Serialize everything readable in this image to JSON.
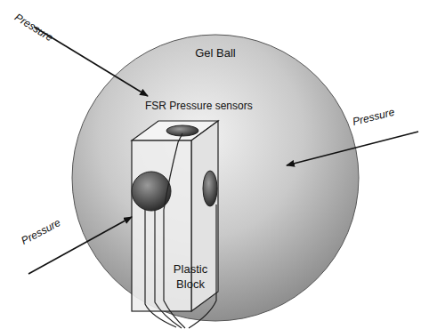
{
  "diagram": {
    "nodes": [
      {
        "text": [
          "Gel Ball"
        ]
      },
      {
        "text": [
          "Plastic Block"
        ],
        "in": 0
      }
    ],
    "labels": [
      "Pressure",
      "FSR Pressure sensors",
      "Pressure",
      "Pressure"
    ]
  }
}
